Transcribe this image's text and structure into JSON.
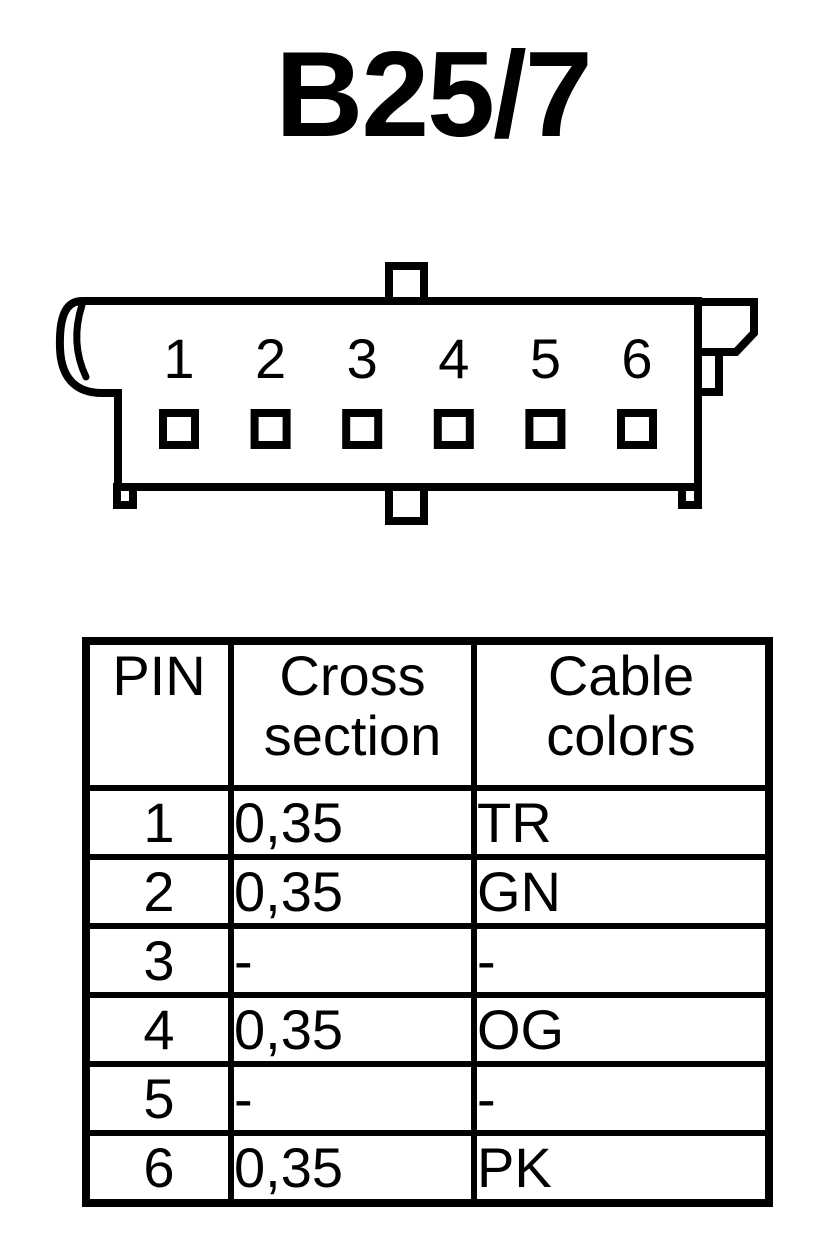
{
  "title": "B25/7",
  "colors": {
    "ink": "#000000",
    "background": "#ffffff"
  },
  "connector": {
    "pin_labels": [
      "1",
      "2",
      "3",
      "4",
      "5",
      "6"
    ]
  },
  "table": {
    "headers": [
      {
        "label": "PIN",
        "lines": [
          "PIN"
        ]
      },
      {
        "label": "Cross section",
        "lines": [
          "Cross",
          "section"
        ]
      },
      {
        "label": "Cable colors",
        "lines": [
          "Cable",
          "colors"
        ]
      }
    ],
    "rows": [
      {
        "pin": "1",
        "cross_section": "0,35",
        "cable_colors": "TR"
      },
      {
        "pin": "2",
        "cross_section": "0,35",
        "cable_colors": "GN"
      },
      {
        "pin": "3",
        "cross_section": "-",
        "cable_colors": "-"
      },
      {
        "pin": "4",
        "cross_section": "0,35",
        "cable_colors": "OG"
      },
      {
        "pin": "5",
        "cross_section": "-",
        "cable_colors": "-"
      },
      {
        "pin": "6",
        "cross_section": "0,35",
        "cable_colors": "PK"
      }
    ]
  }
}
